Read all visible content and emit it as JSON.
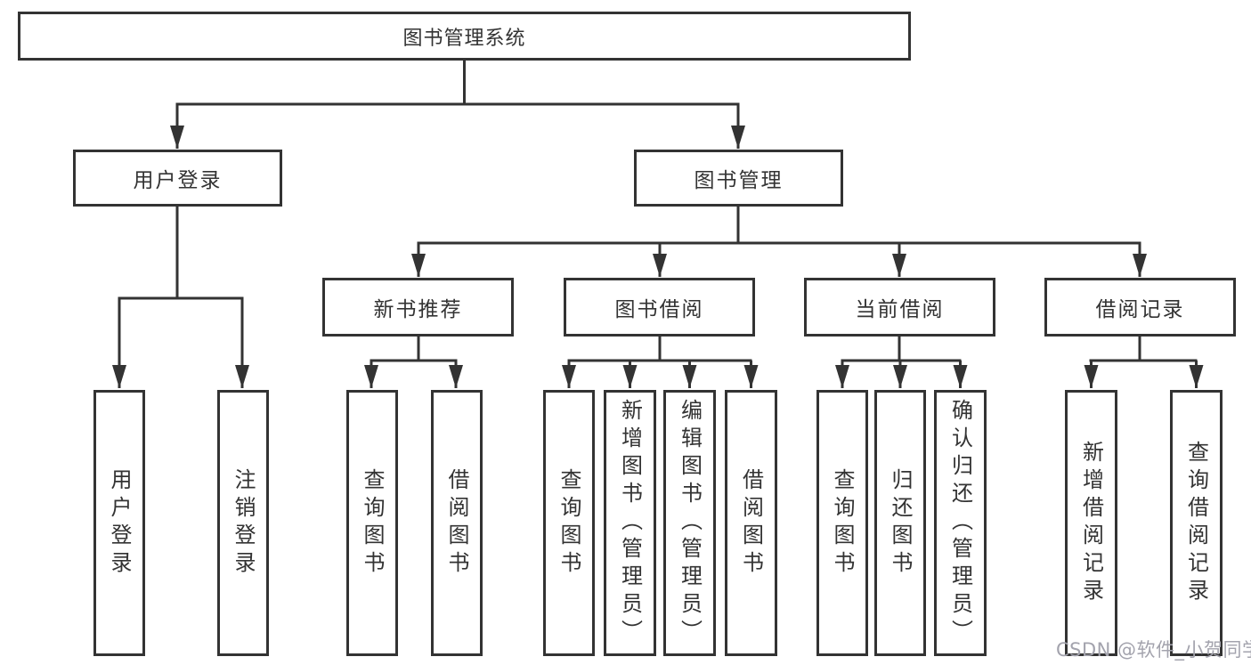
{
  "diagram": {
    "root_label": "图书管理系统",
    "level2": [
      {
        "label": "用户登录",
        "children": [
          "用户登录",
          "注销登录"
        ]
      },
      {
        "label": "图书管理",
        "children": [
          {
            "label": "新书推荐",
            "children": [
              "查询图书",
              "借阅图书"
            ]
          },
          {
            "label": "图书借阅",
            "children": [
              "查询图书",
              "新增图书（管理员）",
              "编辑图书（管理员）",
              "借阅图书"
            ]
          },
          {
            "label": "当前借阅",
            "children": [
              "查询图书",
              "归还图书",
              "确认归还（管理员）"
            ]
          },
          {
            "label": "借阅记录",
            "children": [
              "新增借阅记录",
              "查询借阅记录"
            ]
          }
        ]
      }
    ]
  },
  "watermark": {
    "text": "CSDN @软件_小贺同学",
    "color": "#a3a3ad"
  },
  "colors": {
    "line": "#333333",
    "box_border": "#333333",
    "text": "#333333",
    "background": "#ffffff"
  }
}
